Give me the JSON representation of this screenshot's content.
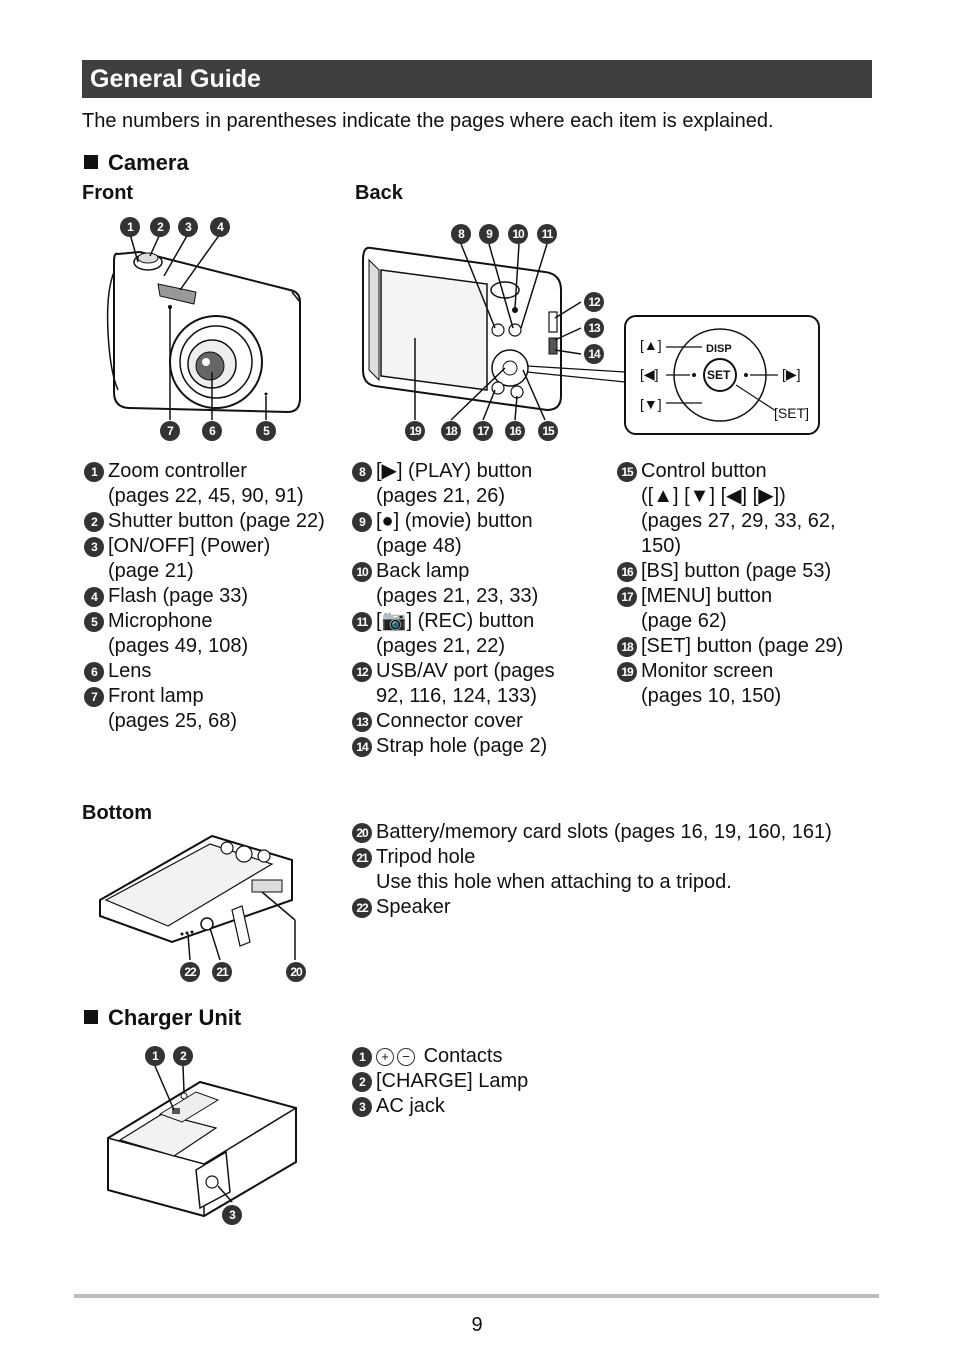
{
  "header": {
    "title": "General Guide"
  },
  "intro": "The numbers in parentheses indicate the pages where each item is explained.",
  "camera": {
    "heading": "Camera",
    "front_label": "Front",
    "back_label": "Back",
    "bottom_label": "Bottom",
    "front_callouts": [
      "1",
      "2",
      "3",
      "4",
      "7",
      "6",
      "5"
    ],
    "back_callouts_top": [
      "8",
      "9",
      "10",
      "11"
    ],
    "back_callouts_side": [
      "12",
      "13",
      "14"
    ],
    "back_callouts_bottom": [
      "19",
      "18",
      "17",
      "16",
      "15"
    ],
    "bottom_callouts": [
      "22",
      "21",
      "20"
    ],
    "control_labels": {
      "up": "[▲]",
      "left": "[◀]",
      "down": "[▼]",
      "right": "[▶]",
      "set": "[SET]",
      "disp": "DISP",
      "set_btn": "SET"
    },
    "front_items": [
      {
        "num": "1",
        "text": "Zoom controller\n(pages 22, 45, 90, 91)"
      },
      {
        "num": "2",
        "text": "Shutter button (page 22)"
      },
      {
        "num": "3",
        "text": "[ON/OFF] (Power)\n(page 21)"
      },
      {
        "num": "4",
        "text": "Flash (page 33)"
      },
      {
        "num": "5",
        "text": "Microphone\n(pages 49, 108)"
      },
      {
        "num": "6",
        "text": "Lens"
      },
      {
        "num": "7",
        "text": "Front lamp\n(pages 25, 68)"
      }
    ],
    "back_items": [
      {
        "num": "8",
        "text": "[▶] (PLAY) button\n(pages 21, 26)"
      },
      {
        "num": "9",
        "text": "[●] (movie) button\n(page 48)"
      },
      {
        "num": "10",
        "text": "Back lamp\n(pages 21, 23, 33)"
      },
      {
        "num": "11",
        "text": "[📷] (REC) button\n(pages 21, 22)"
      },
      {
        "num": "12",
        "text": "USB/AV port (pages\n92, 116, 124, 133)"
      },
      {
        "num": "13",
        "text": "Connector cover"
      },
      {
        "num": "14",
        "text": "Strap hole (page 2)"
      }
    ],
    "control_items": [
      {
        "num": "15",
        "text": "Control button\n([▲] [▼] [◀] [▶])\n(pages 27, 29, 33, 62,\n150)"
      },
      {
        "num": "16",
        "text": "[BS] button (page 53)"
      },
      {
        "num": "17",
        "text": "[MENU] button\n(page 62)"
      },
      {
        "num": "18",
        "text": "[SET] button (page 29)"
      },
      {
        "num": "19",
        "text": "Monitor screen\n(pages 10, 150)"
      }
    ],
    "bottom_items": [
      {
        "num": "20",
        "text": "Battery/memory card slots (pages 16, 19, 160, 161)"
      },
      {
        "num": "21",
        "text": "Tripod hole\nUse this hole when attaching to a tripod."
      },
      {
        "num": "22",
        "text": "Speaker"
      }
    ]
  },
  "charger": {
    "heading": "Charger Unit",
    "callouts": [
      "1",
      "2",
      "3"
    ],
    "items": [
      {
        "num": "1",
        "symbols": [
          "+",
          "−"
        ],
        "text": "Contacts"
      },
      {
        "num": "2",
        "text": "[CHARGE] Lamp"
      },
      {
        "num": "3",
        "text": "AC jack"
      }
    ]
  },
  "footer": {
    "page_number": "9"
  }
}
